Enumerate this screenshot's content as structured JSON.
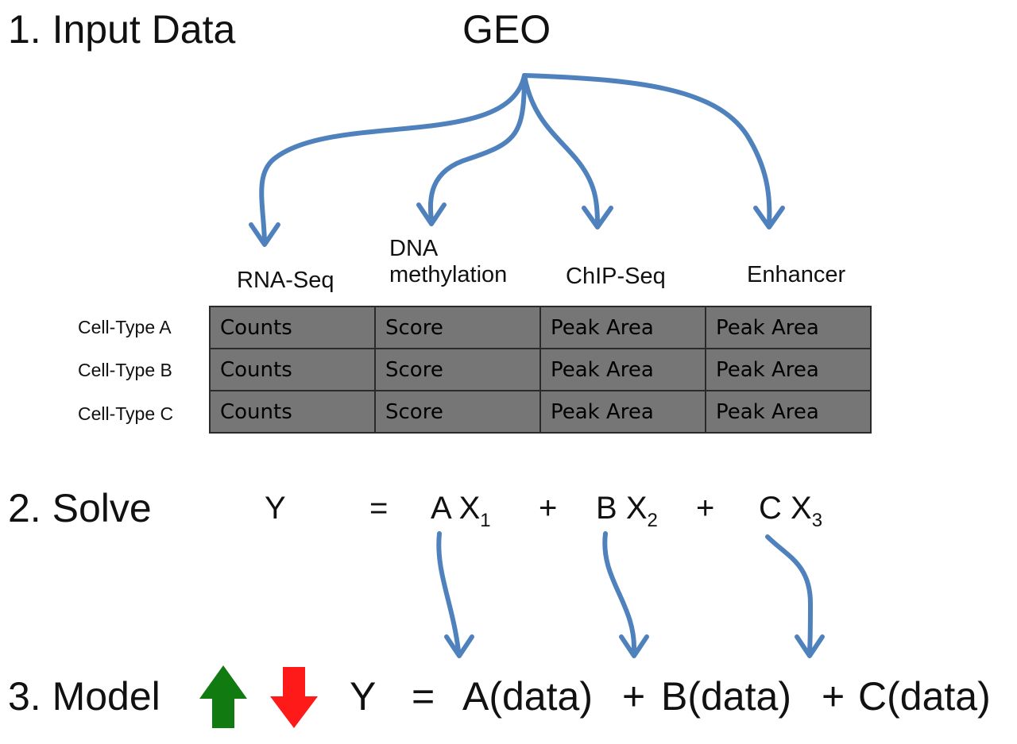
{
  "steps": {
    "step1": "1. Input Data",
    "step2": "2.  Solve",
    "step3": "3. Model"
  },
  "source": "GEO",
  "columns": [
    "RNA-Seq",
    "DNA\nmethylation",
    "ChIP-Seq",
    "Enhancer"
  ],
  "rows": [
    {
      "label": "Cell-Type A",
      "cells": [
        "Counts",
        "Score",
        "Peak Area",
        "Peak Area"
      ]
    },
    {
      "label": "Cell-Type B",
      "cells": [
        "Counts",
        "Score",
        "Peak Area",
        "Peak Area"
      ]
    },
    {
      "label": "Cell-Type C",
      "cells": [
        "Counts",
        "Score",
        "Peak Area",
        "Peak Area"
      ]
    }
  ],
  "solve_equation": {
    "lhs": "Y",
    "equals": "=",
    "coef_a": "A",
    "var_1": "X",
    "sub_1": "1",
    "plus_1": "+",
    "coef_b": "B",
    "var_2": "X",
    "sub_2": "2",
    "plus_2": "+",
    "coef_c": "C",
    "var_3": "X",
    "sub_3": "3"
  },
  "model_equation": {
    "lhs": "Y",
    "equals": "=",
    "term_a": "A(data)",
    "plus_1": "+",
    "term_b": "B(data)",
    "plus_2": "+",
    "term_c": "C(data)"
  },
  "colors": {
    "arrow": "#4f81bd",
    "up_arrow": "#117a11",
    "down_arrow": "#ff1a1a",
    "cell_fill": "#767676",
    "cell_border": "#2b2b2b"
  },
  "icons": {
    "up": "up-arrow-icon",
    "down": "down-arrow-icon"
  }
}
